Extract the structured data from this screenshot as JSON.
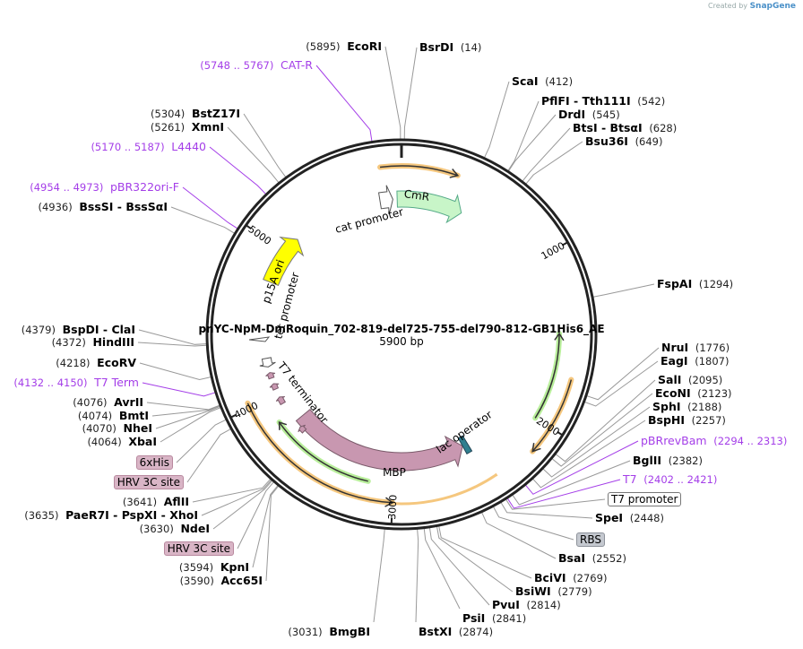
{
  "credit": {
    "prefix": "Created by",
    "brand": "SnapGene"
  },
  "plasmid": {
    "name": "pnYC-NpM-DmRoquin_702-819-del725-755-del790-812-GB1His6_AE",
    "length": "5900 bp"
  },
  "ticks": [
    "1000",
    "2000",
    "3000",
    "4000",
    "5000"
  ],
  "features": {
    "cmr": "CmR",
    "cat_promoter": "cat promoter",
    "p15a_ori": "p15A ori",
    "tet_promoter": "tet promoter",
    "t7_terminator": "T7 terminator",
    "lac_operator": "lac operator",
    "mbp": "MBP"
  },
  "enzymes": [
    {
      "name": "EcoRI",
      "pos": "(5895)"
    },
    {
      "name": "BsrDI",
      "pos": "(14)"
    },
    {
      "name": "ScaI",
      "pos": "(412)"
    },
    {
      "name": "PflFI  - Tth111I",
      "pos": "(542)"
    },
    {
      "name": "DrdI",
      "pos": "(545)"
    },
    {
      "name": "BtsI  - BtsαI",
      "pos": "(628)"
    },
    {
      "name": "Bsu36I",
      "pos": "(649)"
    },
    {
      "name": "FspAI",
      "pos": "(1294)"
    },
    {
      "name": "NruI",
      "pos": "(1776)"
    },
    {
      "name": "EagI",
      "pos": "(1807)"
    },
    {
      "name": "SalI",
      "pos": "(2095)"
    },
    {
      "name": "EcoNI",
      "pos": "(2123)"
    },
    {
      "name": "SphI",
      "pos": "(2188)"
    },
    {
      "name": "BspHI",
      "pos": "(2257)"
    },
    {
      "name": "BglII",
      "pos": "(2382)"
    },
    {
      "name": "SpeI",
      "pos": "(2448)"
    },
    {
      "name": "BsaI",
      "pos": "(2552)"
    },
    {
      "name": "BciVI",
      "pos": "(2769)"
    },
    {
      "name": "BsiWI",
      "pos": "(2779)"
    },
    {
      "name": "PvuI",
      "pos": "(2814)"
    },
    {
      "name": "PsiI",
      "pos": "(2841)"
    },
    {
      "name": "BstXI",
      "pos": "(2874)"
    },
    {
      "name": "BmgBI",
      "pos": "(3031)"
    },
    {
      "name": "Acc65I",
      "pos": "(3590)"
    },
    {
      "name": "KpnI",
      "pos": "(3594)"
    },
    {
      "name": "NdeI",
      "pos": "(3630)"
    },
    {
      "name": "PaeR7I  - PspXI  - XhoI",
      "pos": "(3635)"
    },
    {
      "name": "AflII",
      "pos": "(3641)"
    },
    {
      "name": "XbaI",
      "pos": "(4064)"
    },
    {
      "name": "NheI",
      "pos": "(4070)"
    },
    {
      "name": "BmtI",
      "pos": "(4074)"
    },
    {
      "name": "AvrII",
      "pos": "(4076)"
    },
    {
      "name": "EcoRV",
      "pos": "(4218)"
    },
    {
      "name": "HindIII",
      "pos": "(4372)"
    },
    {
      "name": "BspDI  - ClaI",
      "pos": "(4379)"
    },
    {
      "name": "BssSI  - BssSαI",
      "pos": "(4936)"
    },
    {
      "name": "XmnI",
      "pos": "(5261)"
    },
    {
      "name": "BstZ17I",
      "pos": "(5304)"
    }
  ],
  "primers": [
    {
      "name": "CAT-R",
      "pos": "(5748 .. 5767)"
    },
    {
      "name": "L4440",
      "pos": "(5170 .. 5187)"
    },
    {
      "name": "pBR322ori-F",
      "pos": "(4954 .. 4973)"
    },
    {
      "name": "T7 Term",
      "pos": "(4132 .. 4150)"
    },
    {
      "name": "pBRrevBam",
      "pos": "(2294 .. 2313)"
    },
    {
      "name": "T7",
      "pos": "(2402 .. 2421)"
    }
  ],
  "boxed": [
    {
      "name": "6xHis",
      "style": "pink"
    },
    {
      "name": "HRV 3C site",
      "style": "pink"
    },
    {
      "name": "HRV 3C site",
      "style": "pink"
    },
    {
      "name": "RBS",
      "style": "gray"
    },
    {
      "name": "T7 promoter",
      "style": "white"
    }
  ],
  "colors": {
    "primer": "#a43ee8",
    "cmr": "#c8f5c8",
    "p15a": "#ffff00",
    "mbp": "#c897b0",
    "orf": "#f5c77e",
    "green_arc": "#b8ee9a"
  }
}
